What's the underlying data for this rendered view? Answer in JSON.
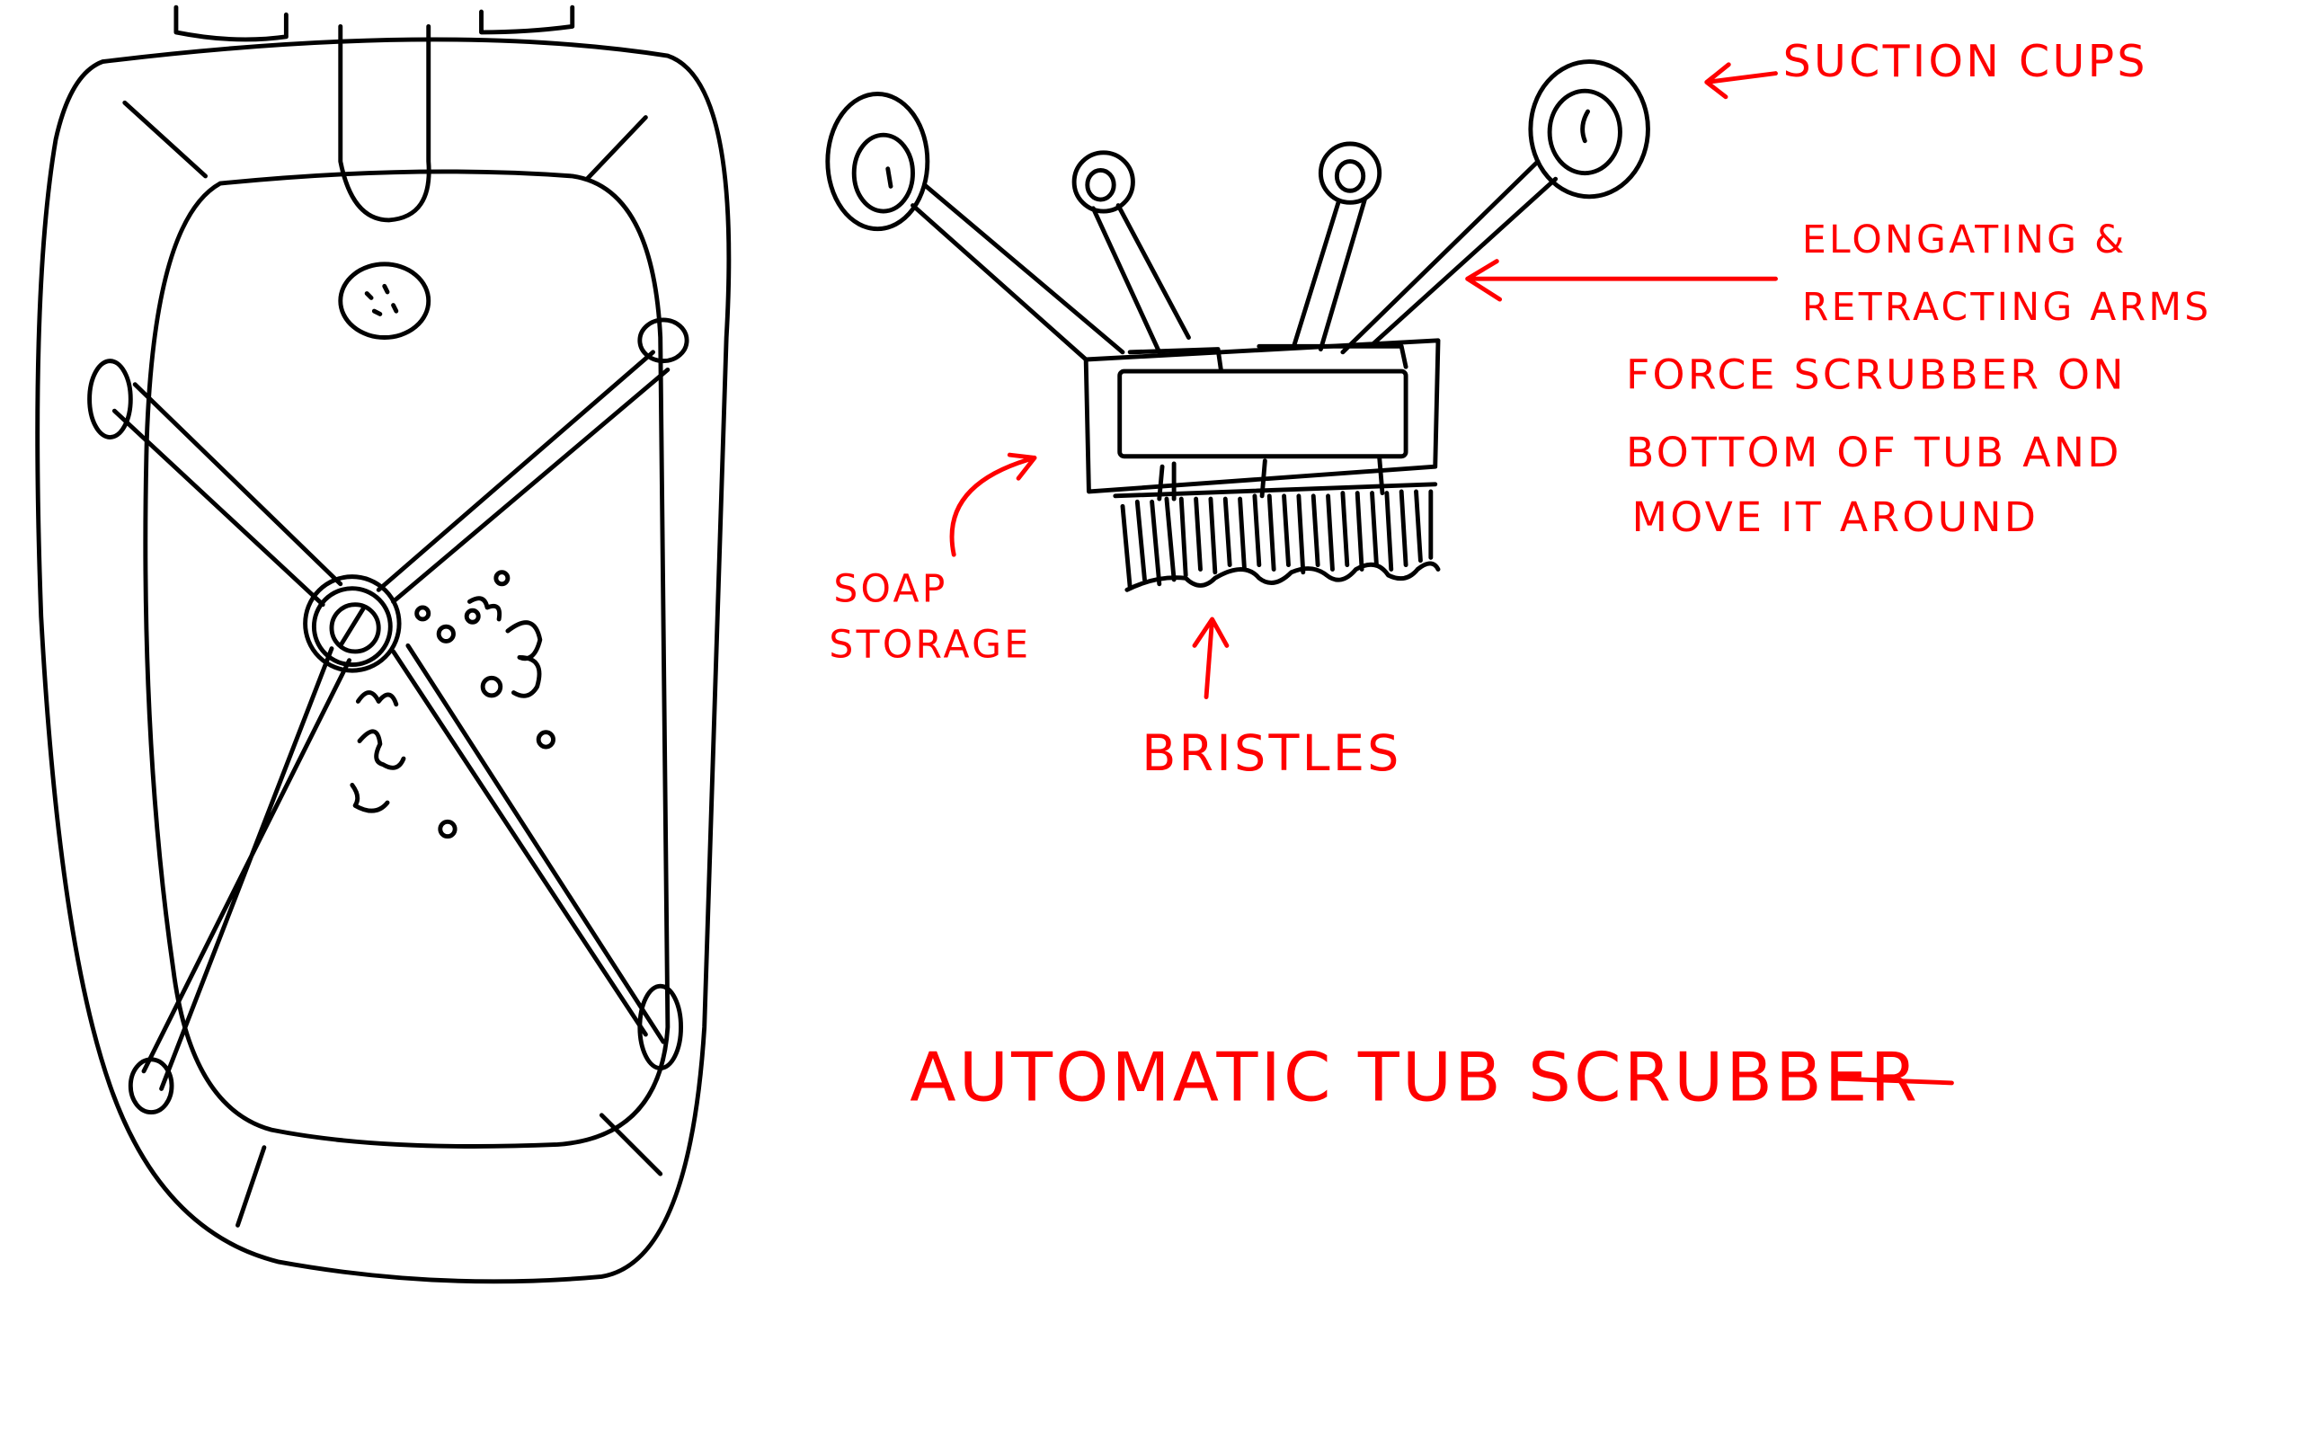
{
  "colors": {
    "ink": "#000000",
    "annotation": "#ff0000",
    "background": "#ffffff"
  },
  "labels": {
    "suction_cups": "SUCTION CUPS",
    "arms_line1": "ELONGATING &",
    "arms_line2": "RETRACTING ARMS",
    "force_line1": "FORCE SCRUBBER ON",
    "force_line2": "BOTTOM OF TUB AND",
    "force_line3": "MOVE IT AROUND",
    "soap_line1": "SOAP",
    "soap_line2": "STORAGE",
    "bristles": "BRISTLES",
    "title": "AUTOMATIC TUB SCRUBBER"
  }
}
